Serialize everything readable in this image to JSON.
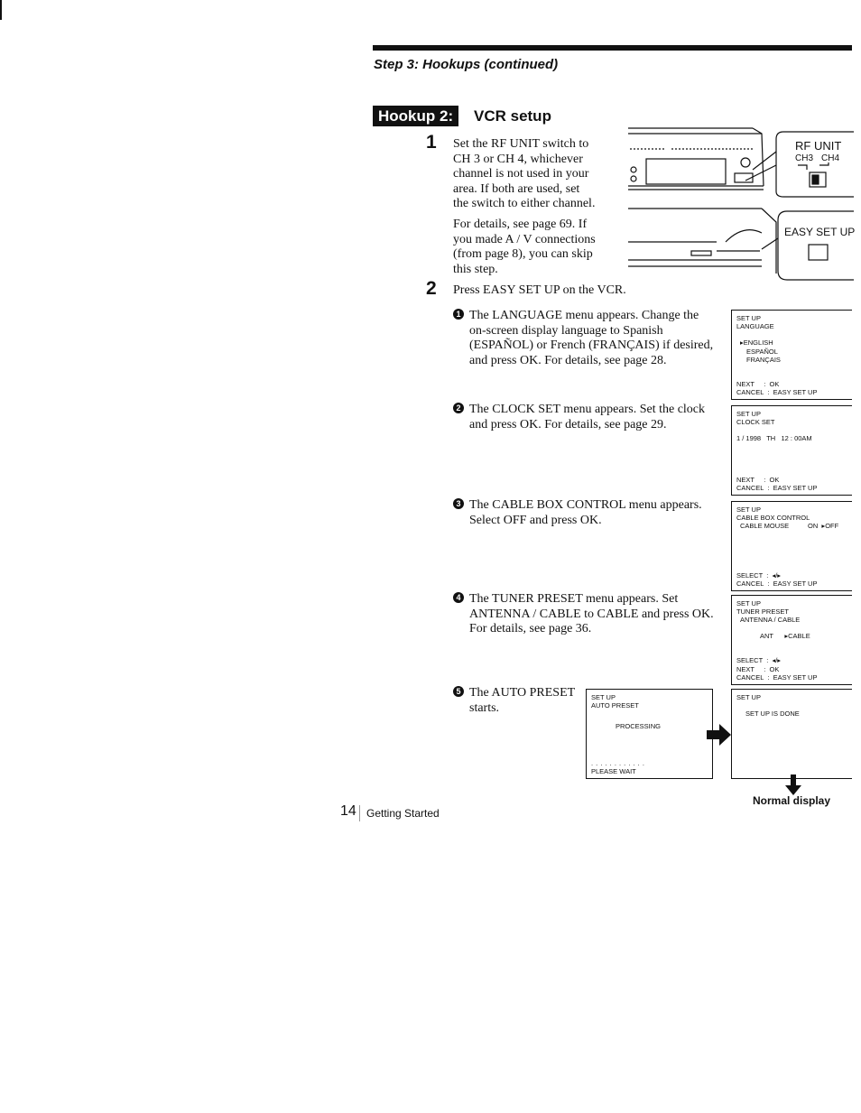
{
  "header": {
    "running_head": "Step 3: Hookups (continued)"
  },
  "section": {
    "badge": "Hookup 2:",
    "title": "VCR setup"
  },
  "steps": [
    {
      "number": "1",
      "lines": [
        "Set the RF UNIT switch to",
        "CH 3 or CH 4, whichever",
        "channel is not used in your",
        "area.  If both are used, set",
        "the switch to either channel."
      ],
      "details_lines": [
        "For details, see page 69.  If",
        "you made A / V connections",
        "(from page 8), you can skip",
        "this step."
      ]
    },
    {
      "number": "2",
      "lines": [
        "Press EASY SET UP on the VCR."
      ]
    }
  ],
  "callouts": {
    "rf_unit": "RF UNIT",
    "ch3": "CH3",
    "ch4": "CH4",
    "easy_set_up": "EASY SET UP"
  },
  "substeps": [
    {
      "marker": "1",
      "lines": [
        "The LANGUAGE menu appears.  Change the",
        "on-screen display language to Spanish",
        "(ESPAÑOL) or French (FRANÇAIS) if desired,",
        "and press OK.  For details, see page 28."
      ]
    },
    {
      "marker": "2",
      "lines": [
        "The CLOCK SET menu appears.  Set the clock",
        "and press OK.  For details, see page 29."
      ]
    },
    {
      "marker": "3",
      "lines": [
        "The CABLE BOX CONTROL menu appears.",
        "Select OFF and press OK."
      ]
    },
    {
      "marker": "4",
      "lines": [
        "The TUNER PRESET menu appears.  Set",
        "ANTENNA / CABLE to CABLE and press OK.",
        "For details, see page 36."
      ]
    },
    {
      "marker": "5",
      "lines": [
        "The AUTO PRESET",
        "starts."
      ]
    }
  ],
  "screens": {
    "language": {
      "l1": "SET UP",
      "l2": "LANGUAGE",
      "opt1": "▸ENGLISH",
      "opt2": "ESPAÑOL",
      "opt3": "FRANÇAIS",
      "b1": "NEXT     :  OK",
      "b2": "CANCEL  :  EASY SET UP"
    },
    "clock": {
      "l1": "SET UP",
      "l2": "CLOCK SET",
      "l3": "1 / 1998   TH   12 : 00AM",
      "b1": "NEXT     :  OK",
      "b2": "CANCEL  :  EASY SET UP"
    },
    "cable": {
      "l1": "SET UP",
      "l2": "CABLE BOX CONTROL",
      "l3": "CABLE MOUSE          ON  ▸OFF",
      "b1": "SELECT  :  ◂/▸",
      "b2": "CANCEL  :  EASY SET UP"
    },
    "tuner": {
      "l1": "SET UP",
      "l2": "TUNER PRESET",
      "l3": "ANTENNA / CABLE",
      "l4": "ANT      ▸CABLE",
      "b1": "SELECT  :  ◂/▸",
      "b2": "NEXT     :  OK",
      "b3": "CANCEL  :  EASY SET UP"
    },
    "auto_preset": {
      "l1": "SET UP",
      "l2": "AUTO PRESET",
      "l3": "PROCESSING",
      "l4": "PLEASE WAIT"
    },
    "done": {
      "l1": "SET UP",
      "l2": "SET UP IS DONE"
    }
  },
  "normal_display": "Normal display",
  "footer": {
    "page_number": "14",
    "section": "Getting Started"
  }
}
